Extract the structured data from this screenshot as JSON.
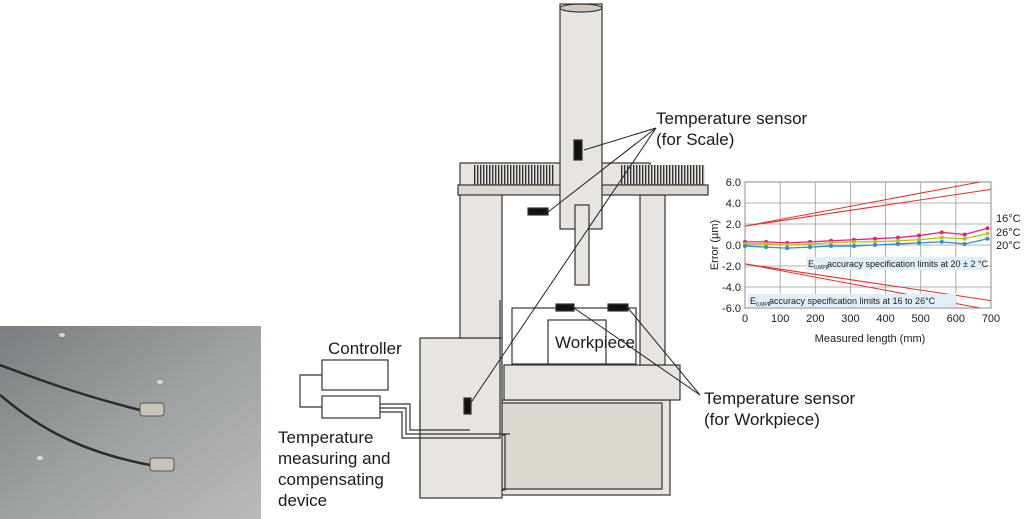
{
  "labels": {
    "controller": "Controller",
    "workpiece": "Workpiece",
    "sensor_scale_line1": "Temperature sensor",
    "sensor_scale_line2": "(for Scale)",
    "sensor_workpiece_line1": "Temperature sensor",
    "sensor_workpiece_line2": "(for Workpiece)",
    "device_line1": "Temperature",
    "device_line2": "measuring and",
    "device_line3": "compensating",
    "device_line4": "device"
  },
  "chart_data": {
    "type": "line",
    "xlabel": "Measured length (mm)",
    "ylabel": "Error (µm)",
    "xlim": [
      0,
      700
    ],
    "ylim": [
      -6.0,
      6.0
    ],
    "x_ticks": [
      "0",
      "100",
      "200",
      "300",
      "400",
      "500",
      "600",
      "700"
    ],
    "y_ticks": [
      "6.0",
      "4.0",
      "2.0",
      "0.0",
      "-2.0",
      "-4.0",
      "-6.0"
    ],
    "grid": true,
    "x": [
      0,
      60,
      120,
      185,
      245,
      310,
      370,
      435,
      495,
      560,
      625,
      690
    ],
    "series": [
      {
        "name": "16°C",
        "color": "#e0218a",
        "values": [
          0.3,
          0.3,
          0.2,
          0.3,
          0.4,
          0.5,
          0.6,
          0.7,
          0.9,
          1.2,
          1.0,
          1.6
        ]
      },
      {
        "name": "26°C",
        "color": "#b8c400",
        "values": [
          0.1,
          0.1,
          0.0,
          0.1,
          0.2,
          0.3,
          0.3,
          0.4,
          0.5,
          0.7,
          0.6,
          1.1
        ]
      },
      {
        "name": "20°C",
        "color": "#2a8fd0",
        "values": [
          -0.1,
          -0.2,
          -0.3,
          -0.2,
          -0.1,
          -0.1,
          0.0,
          0.1,
          0.2,
          0.3,
          0.1,
          0.6
        ]
      }
    ],
    "limit_lines_20": {
      "at0": 1.8,
      "at700": 5.3
    },
    "limit_lines_16_26": {
      "at0": 1.8,
      "at700": 6.2
    },
    "annotation_20_sub": "0,MPE",
    "annotation_20": "accuracy specification limits at 20 ± 2 °C",
    "annotation_16_26_sub": "0,MPE",
    "annotation_16_26": "accuracy specification limits at 16 to 26°C",
    "annotation_prefix": "E"
  }
}
